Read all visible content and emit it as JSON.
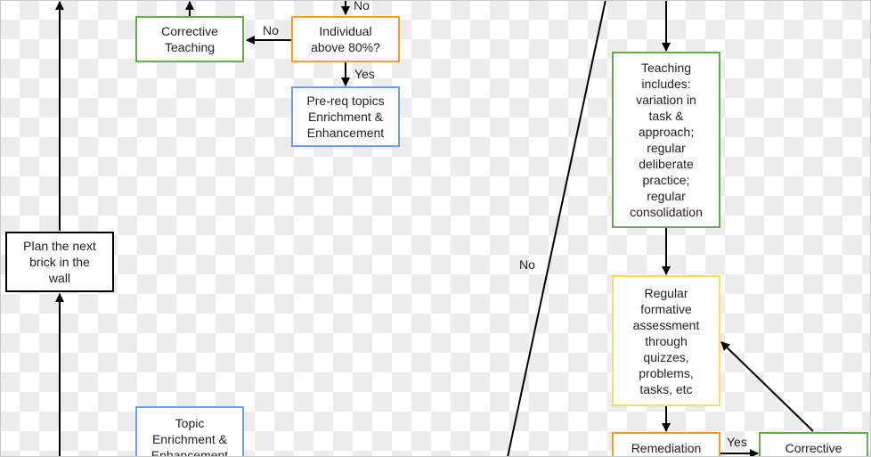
{
  "nodes": {
    "corrective_top": "Corrective\nTeaching",
    "individual_80": "Individual\nabove 80%?",
    "prereq": "Pre-req topics\nEnrichment &\nEnhancement",
    "plan_next": "Plan the next\nbrick in the\nwall",
    "topic_enrichment": "Topic\nEnrichment &\nEnhancement",
    "teaching_includes": "Teaching\nincludes:\nvariation in\ntask &\napproach;\nregular\ndeliberate\npractice;\nregular\nconsolidation",
    "formative": "Regular\nformative\nassessment\nthrough\nquizzes,\nproblems,\ntasks, etc",
    "remediation": "Remediation",
    "corrective_bottom": "Corrective"
  },
  "edge_labels": {
    "no_top": "No",
    "no_left": "No",
    "yes_prereq": "Yes",
    "no_middle": "No",
    "yes_bottom": "Yes"
  },
  "colors": {
    "green": "#6aa84f",
    "orange": "#f1a021",
    "blue": "#6d9eeb",
    "yellow": "#ffd966",
    "black": "#000000"
  }
}
